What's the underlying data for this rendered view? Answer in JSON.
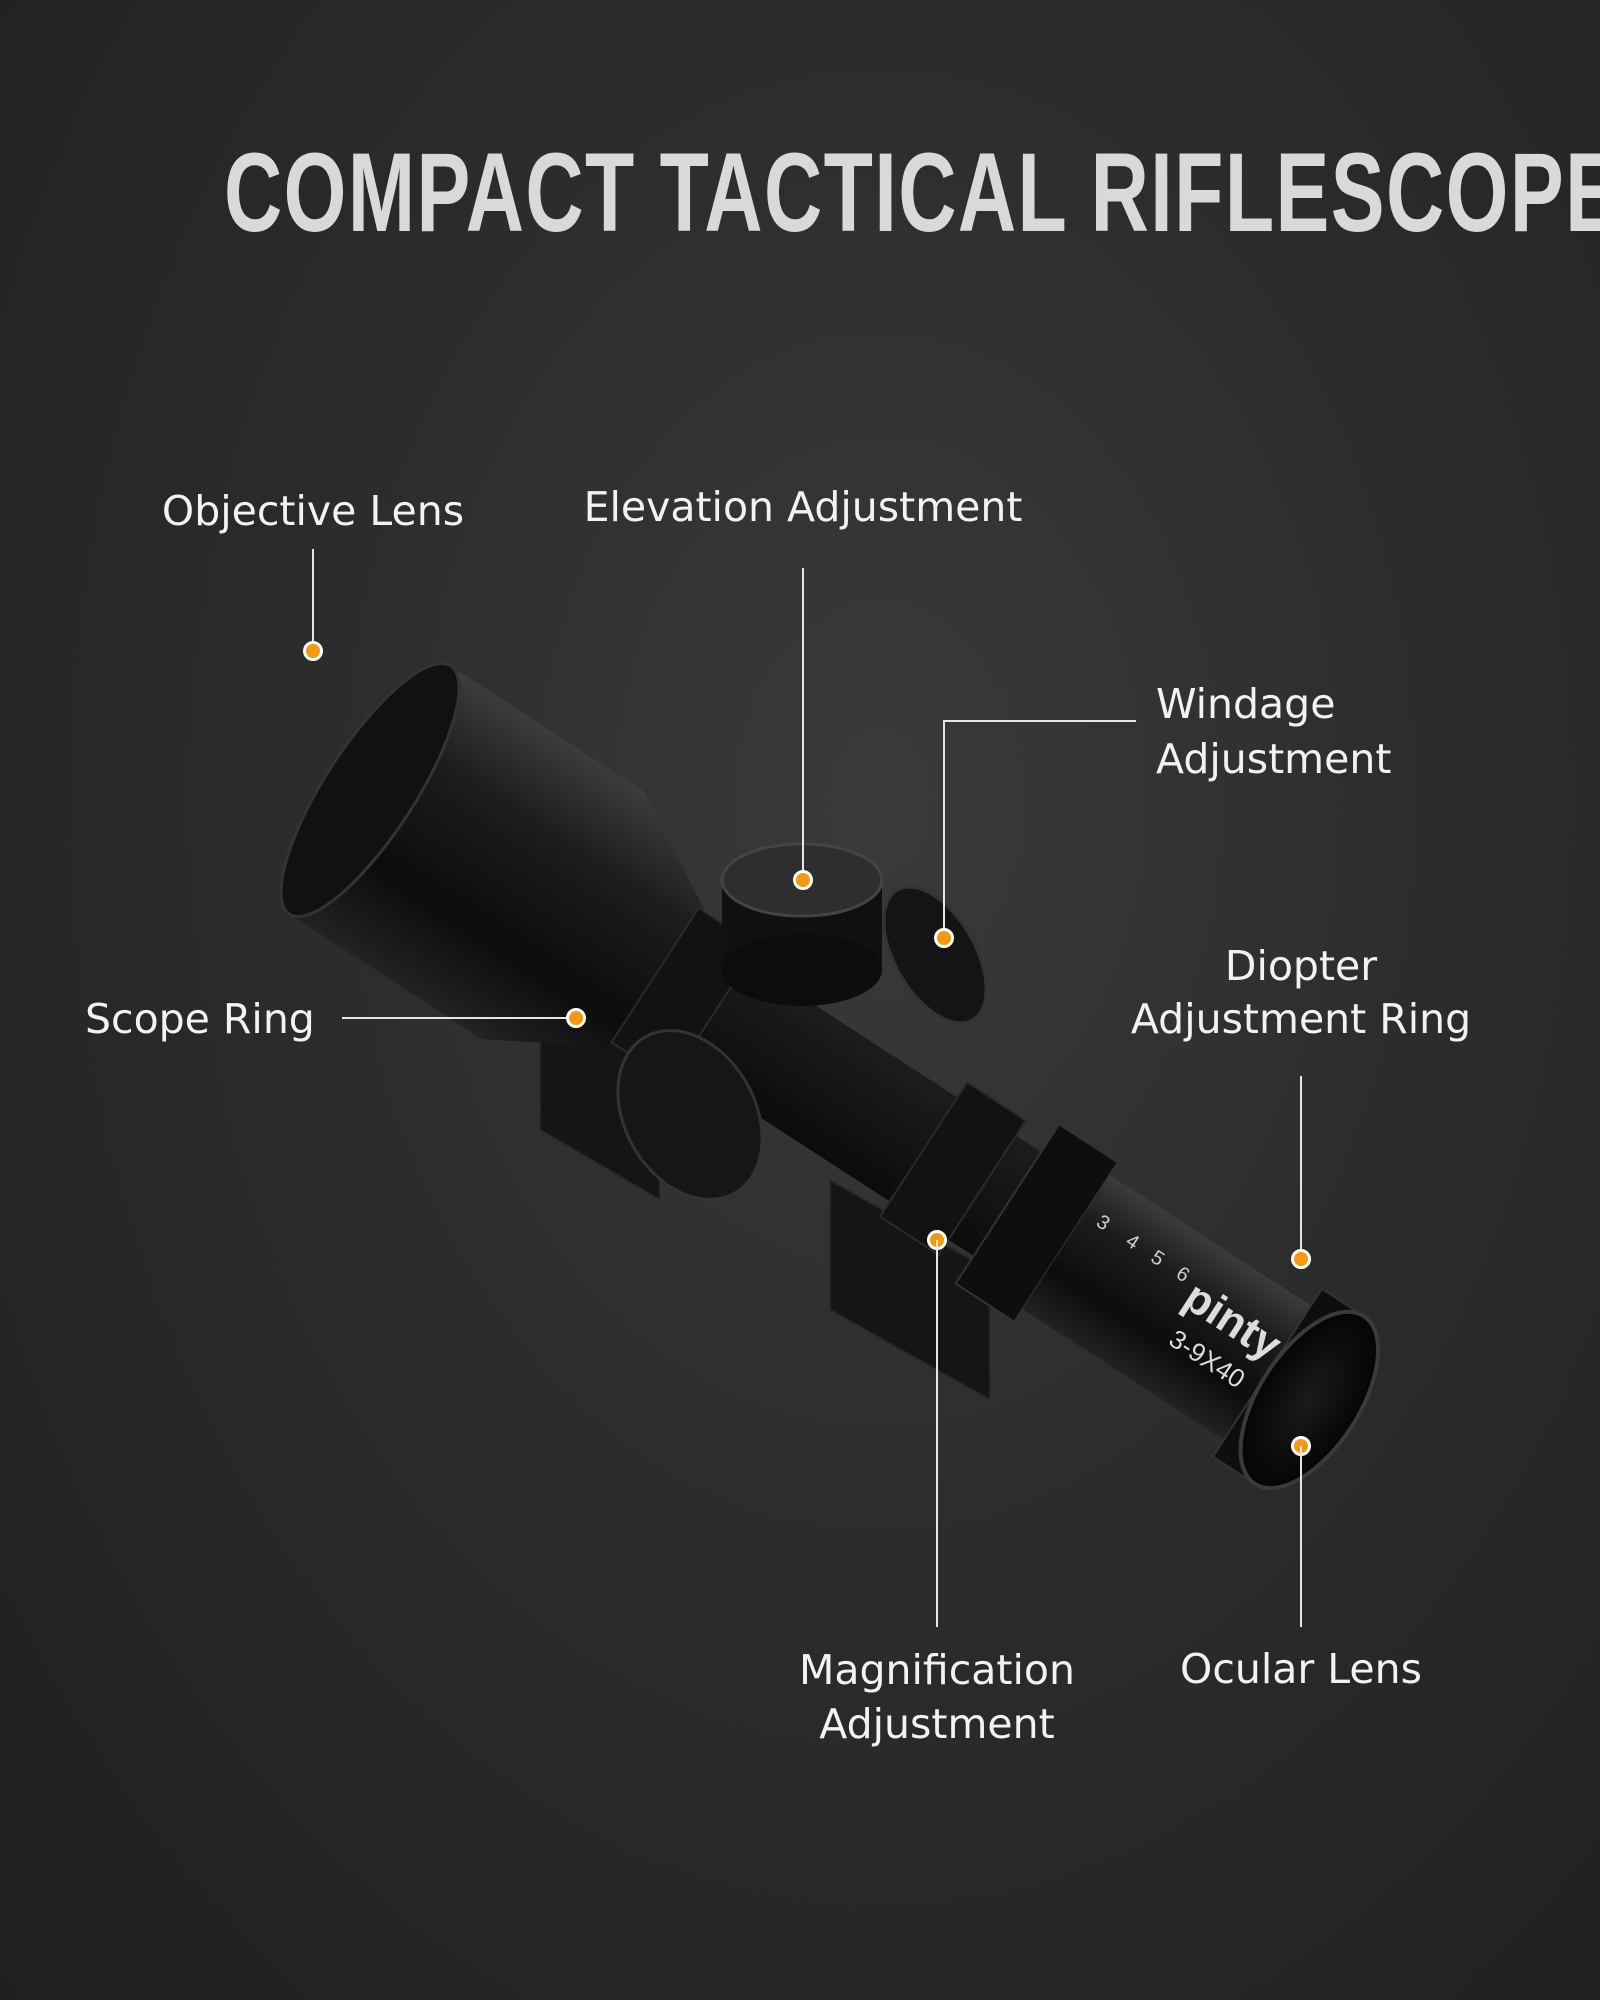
{
  "title": "COMPACT TACTICAL RIFLESCOPE",
  "labels": {
    "objective_lens": "Objective Lens",
    "elevation_adjustment": "Elevation Adjustment",
    "windage_adjustment_1": "Windage",
    "windage_adjustment_2": "Adjustment",
    "scope_ring": "Scope Ring",
    "diopter_1": "Diopter",
    "diopter_2": "Adjustment Ring",
    "magnification_1": "Magnification",
    "magnification_2": "Adjustment",
    "ocular_lens": "Ocular Lens"
  },
  "scope_markings": {
    "brand": "pinty",
    "model": "3-9X40",
    "magnification_scale": [
      "3",
      "4",
      "5",
      "6"
    ]
  },
  "colors": {
    "marker": "#f39a12",
    "background": "#2c2c2c",
    "text": "#f2f2f2"
  }
}
